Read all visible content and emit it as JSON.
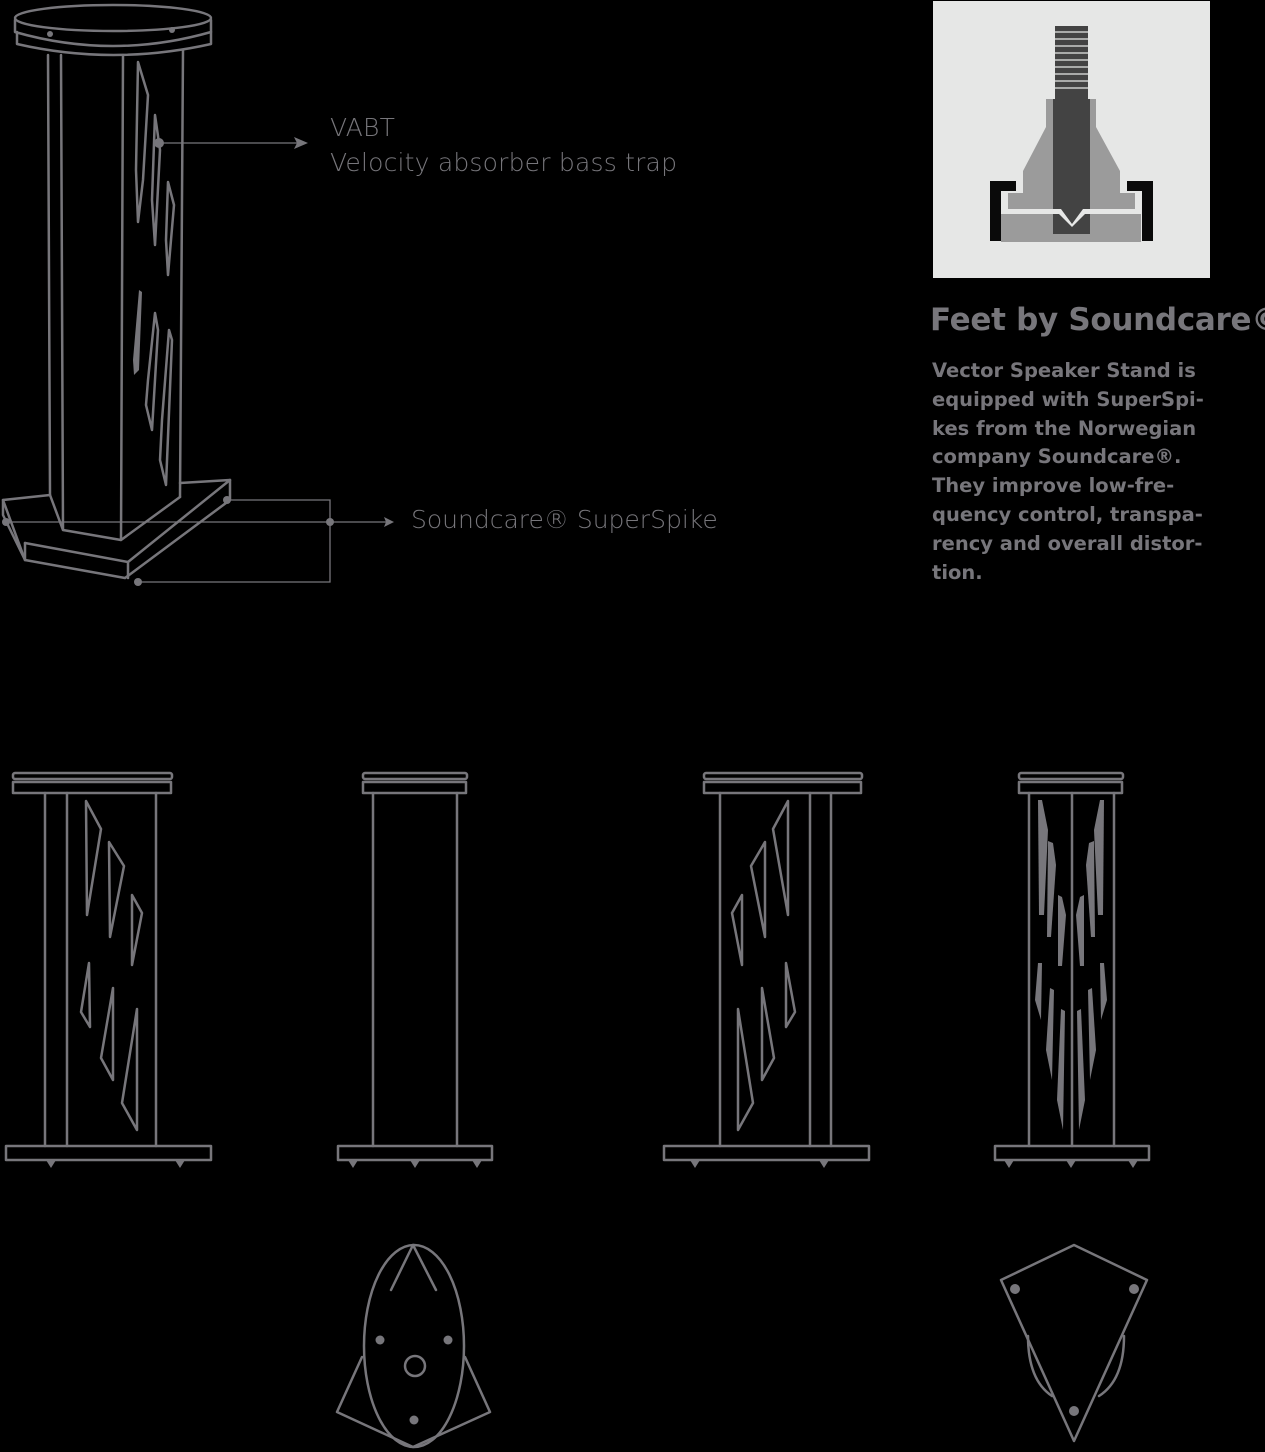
{
  "callouts": {
    "vabt": {
      "acronym": "VABT",
      "full_name": "Velocity absorber bass trap"
    },
    "spike": {
      "label": "Soundcare® SuperSpike"
    }
  },
  "feet_panel": {
    "illustration": "superspike-cross-section",
    "title": "Feet by Soundcare©",
    "description_lines": [
      "Vector Speaker Stand is",
      "equipped with SuperSpi-",
      "kes from the Norwegian",
      "company Soundcare®.",
      "They improve low-fre-",
      "quency control, transpa-",
      "rency and overall distor-",
      "tion."
    ]
  },
  "views": [
    {
      "name": "perspective-view",
      "type": "isometric"
    },
    {
      "name": "side-view-left",
      "type": "elevation",
      "spikes": 2
    },
    {
      "name": "front-view",
      "type": "elevation",
      "spikes": 3
    },
    {
      "name": "side-view-right",
      "type": "elevation",
      "spikes": 2
    },
    {
      "name": "rear-view",
      "type": "elevation",
      "spikes": 3
    },
    {
      "name": "top-view",
      "type": "plan",
      "holes": 3,
      "center_hole": 1
    },
    {
      "name": "bottom-view",
      "type": "plan",
      "holes": 3
    }
  ],
  "colors": {
    "background": "#000000",
    "line": "#77767b",
    "panel_bg": "#e6e7e6",
    "spike_dark": "#434343",
    "spike_mid": "#9b9b9b",
    "spike_black": "#0a0a0a"
  }
}
